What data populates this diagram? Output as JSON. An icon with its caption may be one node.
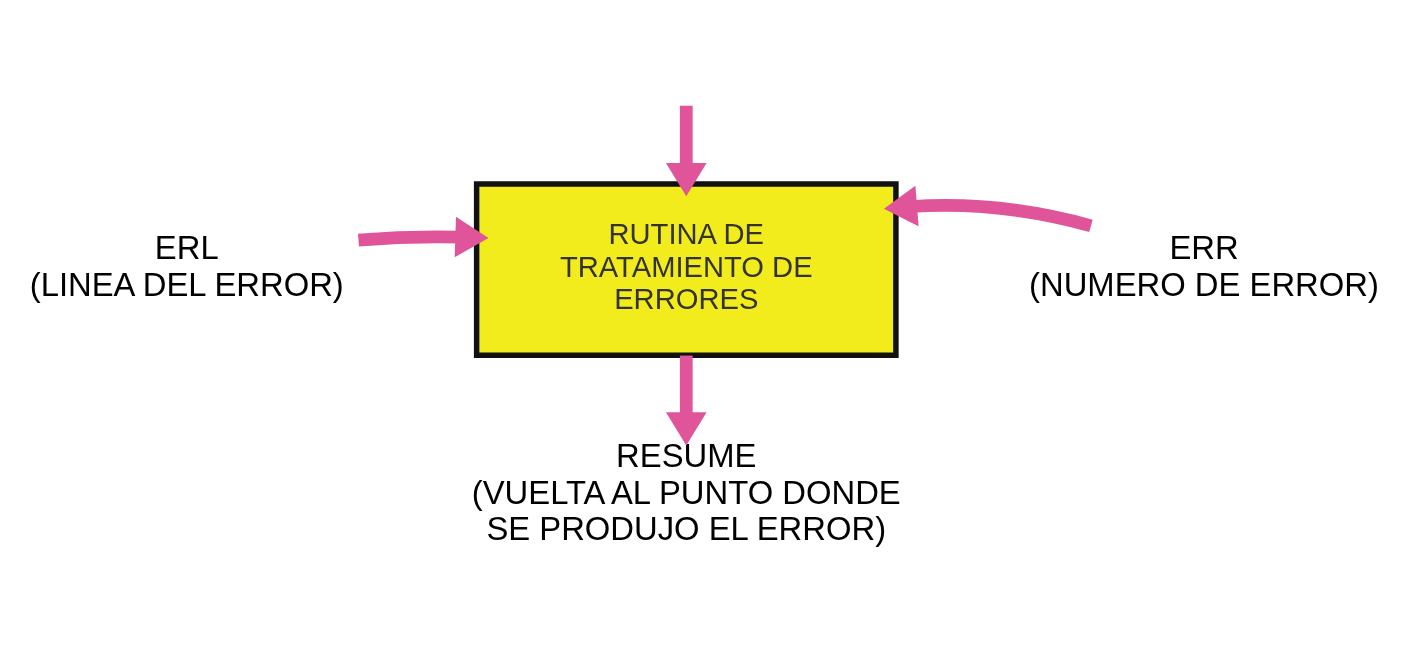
{
  "diagram": {
    "nodes": [
      {
        "text": [
          "RUTINA DE TRATAMIENTO DE ERRORES"
        ]
      },
      {
        "text": [
          "ERL",
          "(LINEA DEL ERROR)"
        ]
      },
      {
        "text": [
          "ERR",
          "(NUMERO DE ERROR)"
        ]
      },
      {
        "text": [
          "RESUME",
          "(VUELTA AL PUNTO DONDE SE PRODUJO EL ERROR)"
        ]
      }
    ],
    "edges": [
      {
        "from": null,
        "to": 0,
        "arrow": "to"
      },
      {
        "from": 1,
        "to": 0,
        "arrow": "to"
      },
      {
        "from": 2,
        "to": 0,
        "arrow": "to"
      },
      {
        "from": 0,
        "to": 3,
        "arrow": "to"
      }
    ]
  }
}
